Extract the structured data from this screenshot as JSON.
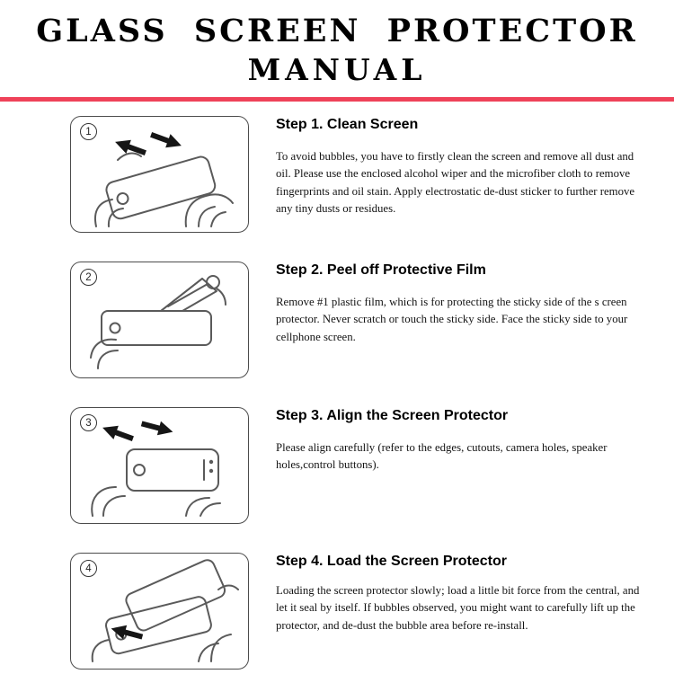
{
  "title": {
    "line1": "GLASS SCREEN PROTECTOR",
    "line2": "MANUAL"
  },
  "divider_color": "#ef4259",
  "steps": [
    {
      "number": "1",
      "heading": "Step 1. Clean Screen",
      "body": "To avoid bubbles, you have to firstly clean the screen and remove all dust and oil. Please use the enclosed alcohol wiper and the microfiber cloth to remove fingerprints and oil stain. Apply electrostatic de-dust sticker to further remove any tiny dusts or residues.",
      "illustration": "hands-wiping-phone-icon"
    },
    {
      "number": "2",
      "heading": "Step 2. Peel off Protective Film",
      "body": "Remove #1 plastic film, which is for protecting the sticky side of the s creen protector. Never scratch or touch the sticky side. Face the sticky side to your cellphone screen.",
      "illustration": "hand-peeling-film-icon"
    },
    {
      "number": "3",
      "heading": "Step 3. Align the Screen Protector",
      "body": "Please align carefully (refer to the edges, cutouts, camera holes, speaker holes,control buttons).",
      "illustration": "hands-aligning-protector-icon"
    },
    {
      "number": "4",
      "heading": "Step 4. Load the Screen Protector",
      "body": "Loading the screen protector slowly; load a little bit force from the central, and let it seal by itself. If bubbles observed, you might want to carefully lift up the protector, and de-dust the bubble area before re-install.",
      "illustration": "hands-loading-protector-icon"
    }
  ]
}
